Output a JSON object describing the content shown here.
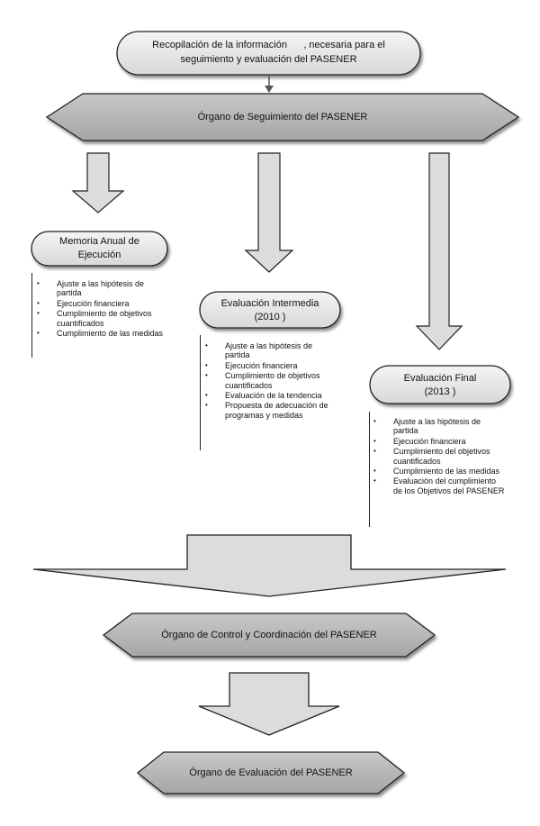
{
  "top_box": {
    "line1": "Recopilación de la información      , necesaria para el",
    "line2": "seguimiento y evaluación del PASENER"
  },
  "organo_seguimiento": "Órgano de Seguimiento del PASENER",
  "memoria": {
    "title_line1": "Memoria Anual de",
    "title_line2": "Ejecución",
    "items": [
      "Ajuste a las hipótesis de partida",
      "Ejecución financiera",
      "Cumplimiento de objetivos cuantificados",
      "Cumplimiento de las medidas"
    ]
  },
  "intermedia": {
    "title_line1": "Evaluación Intermedia",
    "title_line2": "(2010 )",
    "items": [
      "Ajuste a las hipótesis de partida",
      "Ejecución financiera",
      "Cumplimiento de objetivos cuantificados",
      "Evaluación de la tendencia",
      "Propuesta de adecuación de programas y medidas"
    ]
  },
  "final": {
    "title_line1": "Evaluación Final",
    "title_line2": "(2013 )",
    "items": [
      "Ajuste a las hipótesis de partida",
      "Ejecución financiera",
      "Cumplimiento del objetivos cuantificados",
      "Cumplimiento de las medidas",
      "Evaluación del cumplimiento de los Objetivos del PASENER"
    ]
  },
  "organo_control": "Órgano de Control y Coordinación del PASENER",
  "organo_evaluacion": "Órgano de Evaluación del PASENER",
  "colors": {
    "banner_fill": "#b3b3b3",
    "box_fill": "#e6e6e6",
    "arrow_fill": "#dcdcdc",
    "stroke": "#222222"
  }
}
